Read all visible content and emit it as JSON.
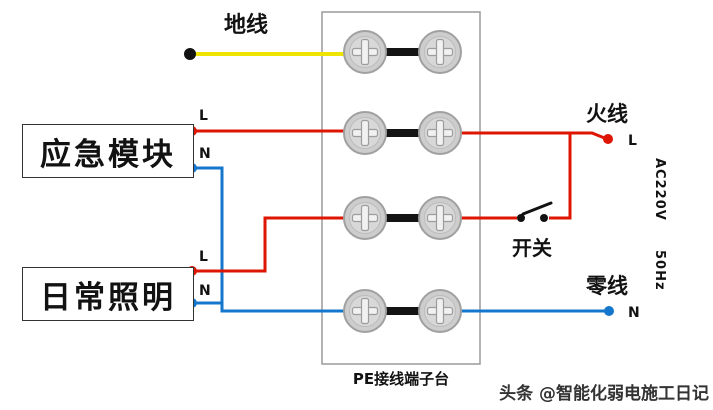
{
  "labels": {
    "ground": "地线",
    "emergency_module": "应急模块",
    "daily_lighting": "日常照明",
    "live": "火线",
    "neutral": "零线",
    "switch": "开关",
    "voltage": "AC220V",
    "frequency": "50Hz",
    "terminal_block": "PE接线端子台",
    "l": "L",
    "n": "N",
    "watermark": "头条 @智能化弱电施工日记"
  },
  "colors": {
    "ground_wire": "#efe400",
    "live_wire": "#dd1502",
    "neutral_wire": "#1476cc",
    "black": "#121212"
  }
}
